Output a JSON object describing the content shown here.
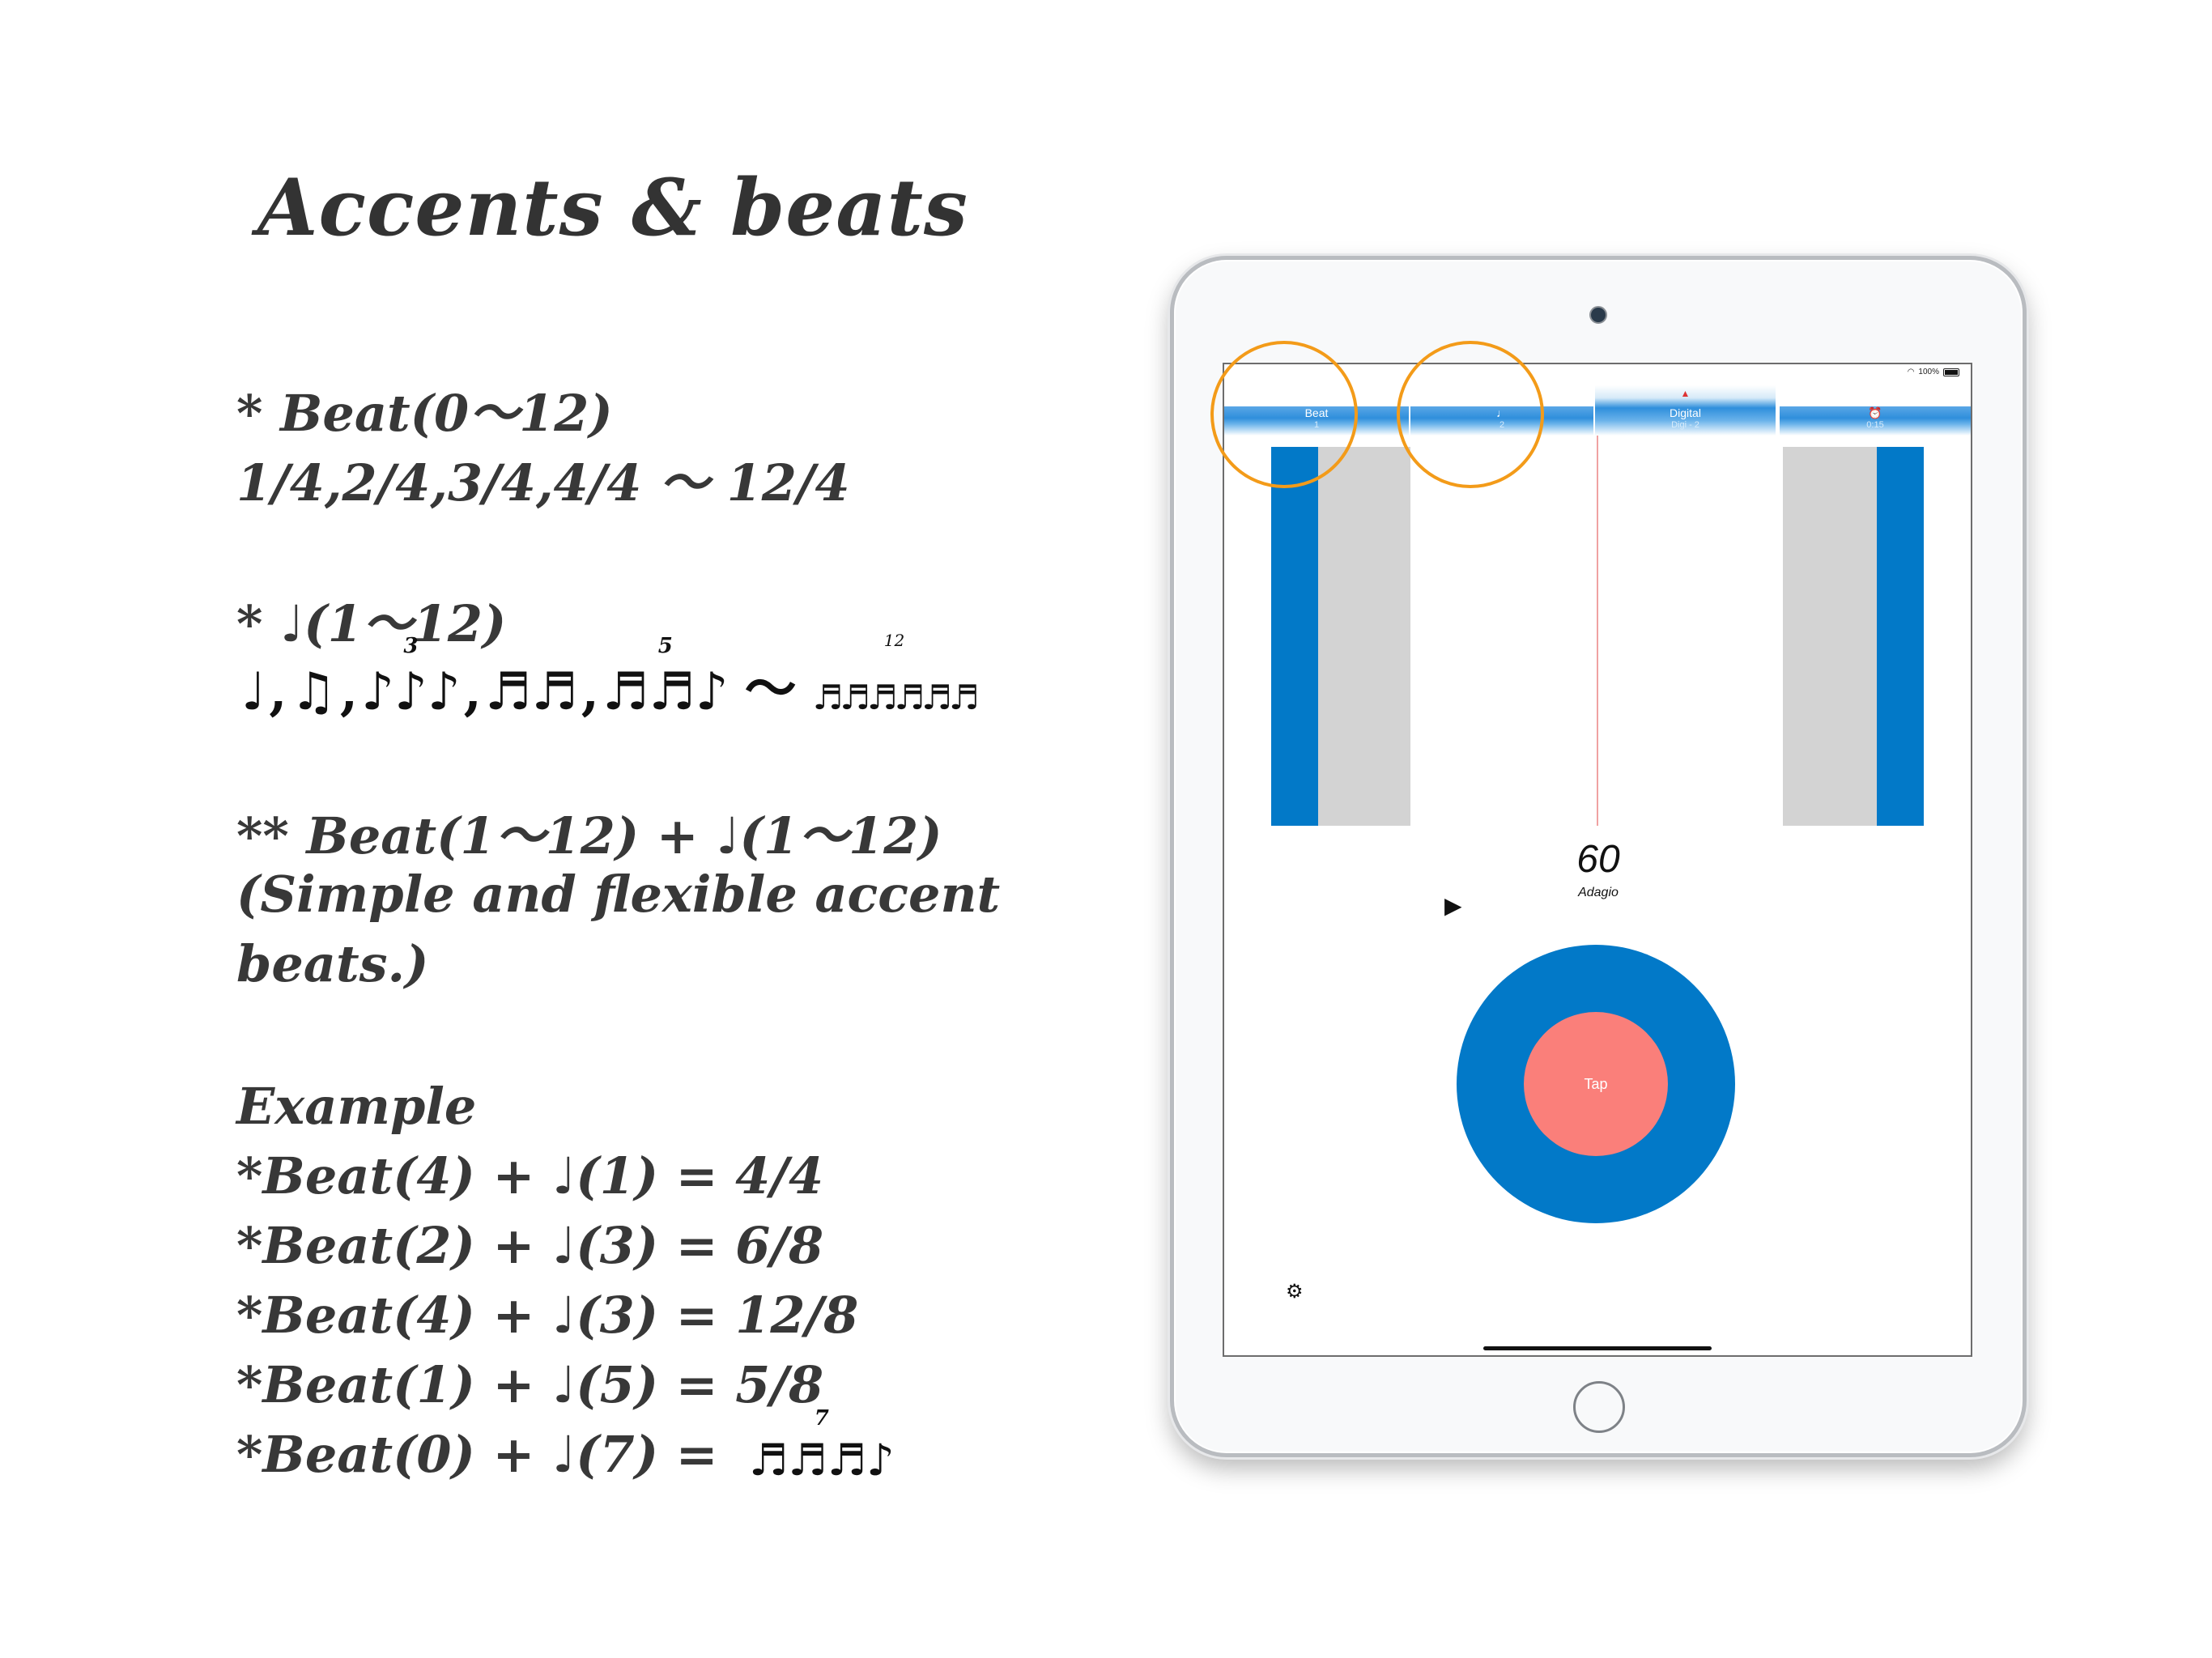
{
  "heading": "Accents & beats",
  "section1": {
    "line1": "* Beat(0～12)",
    "line2": "1/4,2/4,3/4,4/4 ～ 12/4"
  },
  "section2": {
    "line1": "* ♩(1～12)",
    "notation": {
      "quarter": "♩",
      "eighths": "♫",
      "triplet": "♪♪♪",
      "triplet_label": "3",
      "sixteenths": "♬♬",
      "quintuplet": "♬♬♪",
      "quintuplet_label": "5",
      "tilde": "～",
      "twelve": "♬♬♬♬♬♬",
      "twelve_label": "12",
      "comma": ","
    }
  },
  "section3": {
    "line1": "** Beat(1～12) + ♩(1～12)",
    "line2": "(Simple and flexible accent",
    "line3": "beats.)"
  },
  "examples": {
    "heading": "Example",
    "items": [
      "*Beat(4) + ♩(1) = 4/4",
      "*Beat(2) + ♩(3) = 6/8",
      "*Beat(4) + ♩(3) = 12/8",
      "*Beat(1) + ♩(5) = 5/8",
      "*Beat(0) + ♩(7) ="
    ],
    "septuplet": "♬♬♬♪",
    "septuplet_label": "7"
  },
  "app": {
    "status": {
      "battery_text": "100%",
      "wifi_icon": "wifi-icon",
      "battery_icon": "battery-icon"
    },
    "tabs": [
      {
        "label": "Beat",
        "value": "1"
      },
      {
        "label": "♩",
        "value": "2"
      },
      {
        "label": "Digital",
        "value": "Digi - 2",
        "icon": "metronome-icon"
      },
      {
        "label": "⏰",
        "value": "0:15"
      }
    ],
    "bpm": "60",
    "tempo_name": "Adagio",
    "play_icon": "play-icon",
    "tap_label": "Tap",
    "settings_icon": "gear-icon",
    "colors": {
      "accent_blue": "#0279c8",
      "inactive_gray": "#d3d3d3",
      "tap_red": "#fa7f7a",
      "highlight_orange": "#f39b19"
    }
  }
}
